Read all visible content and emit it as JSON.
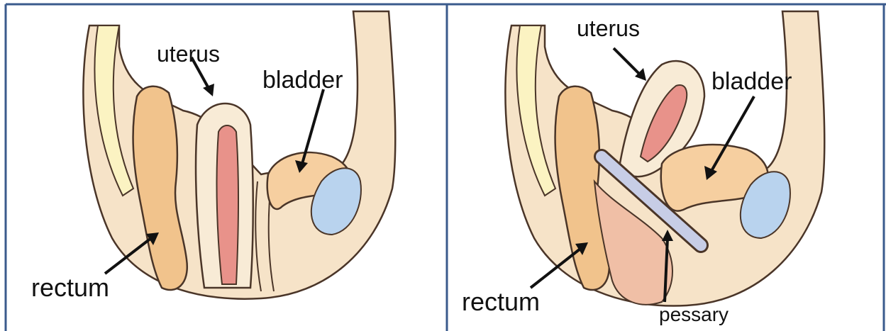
{
  "left_panel": {
    "labels": {
      "uterus": "uterus",
      "bladder": "bladder",
      "rectum": "rectum"
    }
  },
  "right_panel": {
    "labels": {
      "uterus": "uterus",
      "bladder": "bladder",
      "rectum": "rectum",
      "pessary": "pessary"
    }
  },
  "colors": {
    "border": "#3a5a8c",
    "skin": "#f6e3c8",
    "tissue": "#f8ebd6",
    "rectum": "#f1c38c",
    "uterus_inner": "#e8928a",
    "bladder": "#f6cfa0",
    "pubic_bone": "#b9d3ee",
    "yellow_band": "#fbf3c2",
    "pessary": "#c7cde6",
    "outline": "#4a3528"
  }
}
